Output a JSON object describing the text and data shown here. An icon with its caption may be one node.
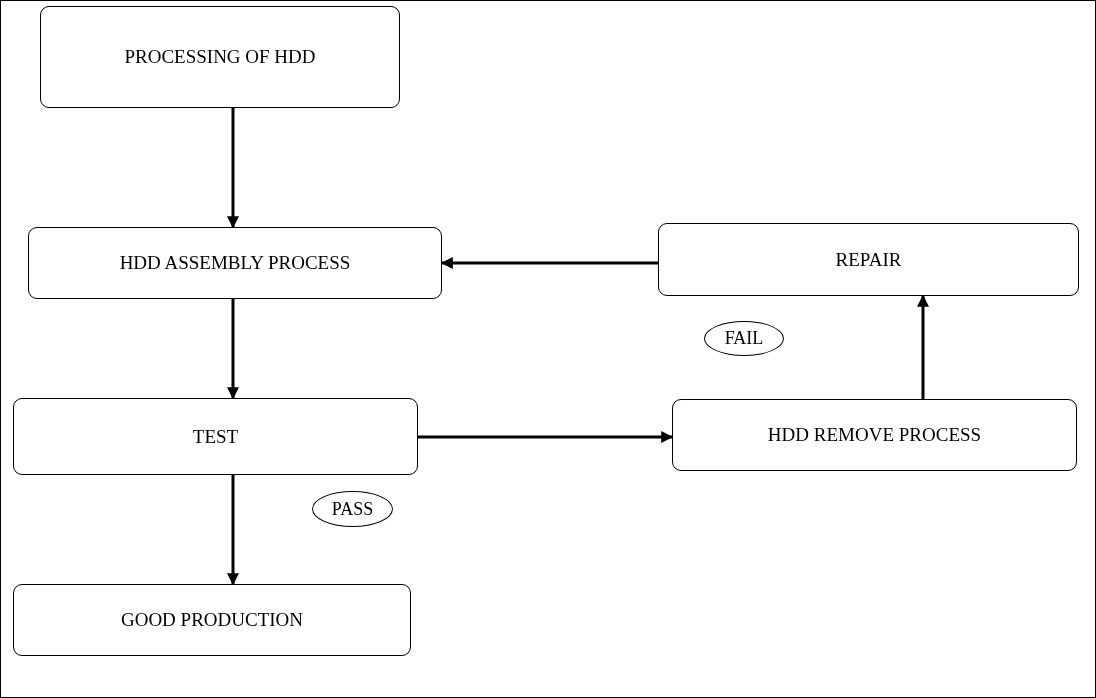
{
  "diagram": {
    "nodes": [
      {
        "text": [
          "PROCESSING OF HDD"
        ]
      },
      {
        "text": [
          "HDD ASSEMBLY PROCESS"
        ]
      },
      {
        "text": [
          "REPAIR"
        ]
      },
      {
        "text": [
          "FAIL"
        ]
      },
      {
        "text": [
          "TEST"
        ]
      },
      {
        "text": [
          "HDD REMOVE PROCESS"
        ]
      },
      {
        "text": [
          "PASS"
        ]
      },
      {
        "text": [
          "GOOD PRODUCTION"
        ]
      }
    ],
    "edges": [
      {
        "from": 0,
        "to": 1,
        "arrow": "to"
      },
      {
        "from": 1,
        "to": 4,
        "arrow": "to"
      },
      {
        "from": 4,
        "to": 5,
        "arrow": "to"
      },
      {
        "from": 5,
        "to": 2,
        "arrow": "to"
      },
      {
        "from": 2,
        "to": 1,
        "arrow": "to"
      },
      {
        "from": 4,
        "to": 7,
        "arrow": "to"
      }
    ]
  }
}
